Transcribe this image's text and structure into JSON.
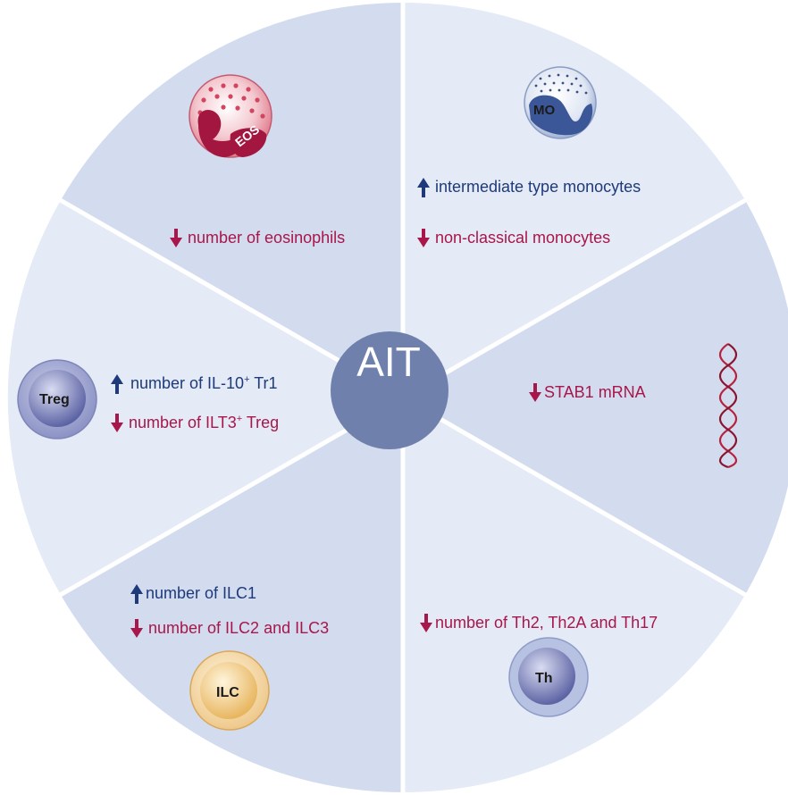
{
  "center": {
    "label": "AIT"
  },
  "colors": {
    "segment_light": "#e4eaf6",
    "segment_dark": "#d3dcef",
    "center": "#6f80ac",
    "up_arrow": "#1e3a7a",
    "down_arrow": "#a8164a"
  },
  "segments": {
    "eosinophils": {
      "cell_label": "EOS",
      "icon": "eosinophil-cell-icon",
      "items": [
        {
          "direction": "down",
          "text": "number of eosinophils"
        }
      ]
    },
    "monocytes": {
      "cell_label": "MO",
      "icon": "monocyte-cell-icon",
      "items": [
        {
          "direction": "up",
          "text": "intermediate type monocytes"
        },
        {
          "direction": "down",
          "text": "non-classical monocytes"
        }
      ]
    },
    "stab1": {
      "icon": "mrna-strand-icon",
      "items": [
        {
          "direction": "down",
          "text": "STAB1 mRNA"
        }
      ]
    },
    "th": {
      "cell_label": "Th",
      "icon": "t-helper-cell-icon",
      "items": [
        {
          "direction": "down",
          "text": "number of Th2, Th2A and Th17"
        }
      ]
    },
    "ilc": {
      "cell_label": "ILC",
      "icon": "ilc-cell-icon",
      "items": [
        {
          "direction": "up",
          "text": "number of ILC1"
        },
        {
          "direction": "down",
          "text": "number of ILC2 and ILC3"
        }
      ]
    },
    "treg": {
      "cell_label": "Treg",
      "icon": "treg-cell-icon",
      "items": [
        {
          "direction": "up",
          "text_before": "number of IL-10",
          "sup": "+",
          "text_after": " Tr1"
        },
        {
          "direction": "down",
          "text_before": "number of ILT3",
          "sup": "+",
          "text_after": " Treg"
        }
      ]
    }
  }
}
